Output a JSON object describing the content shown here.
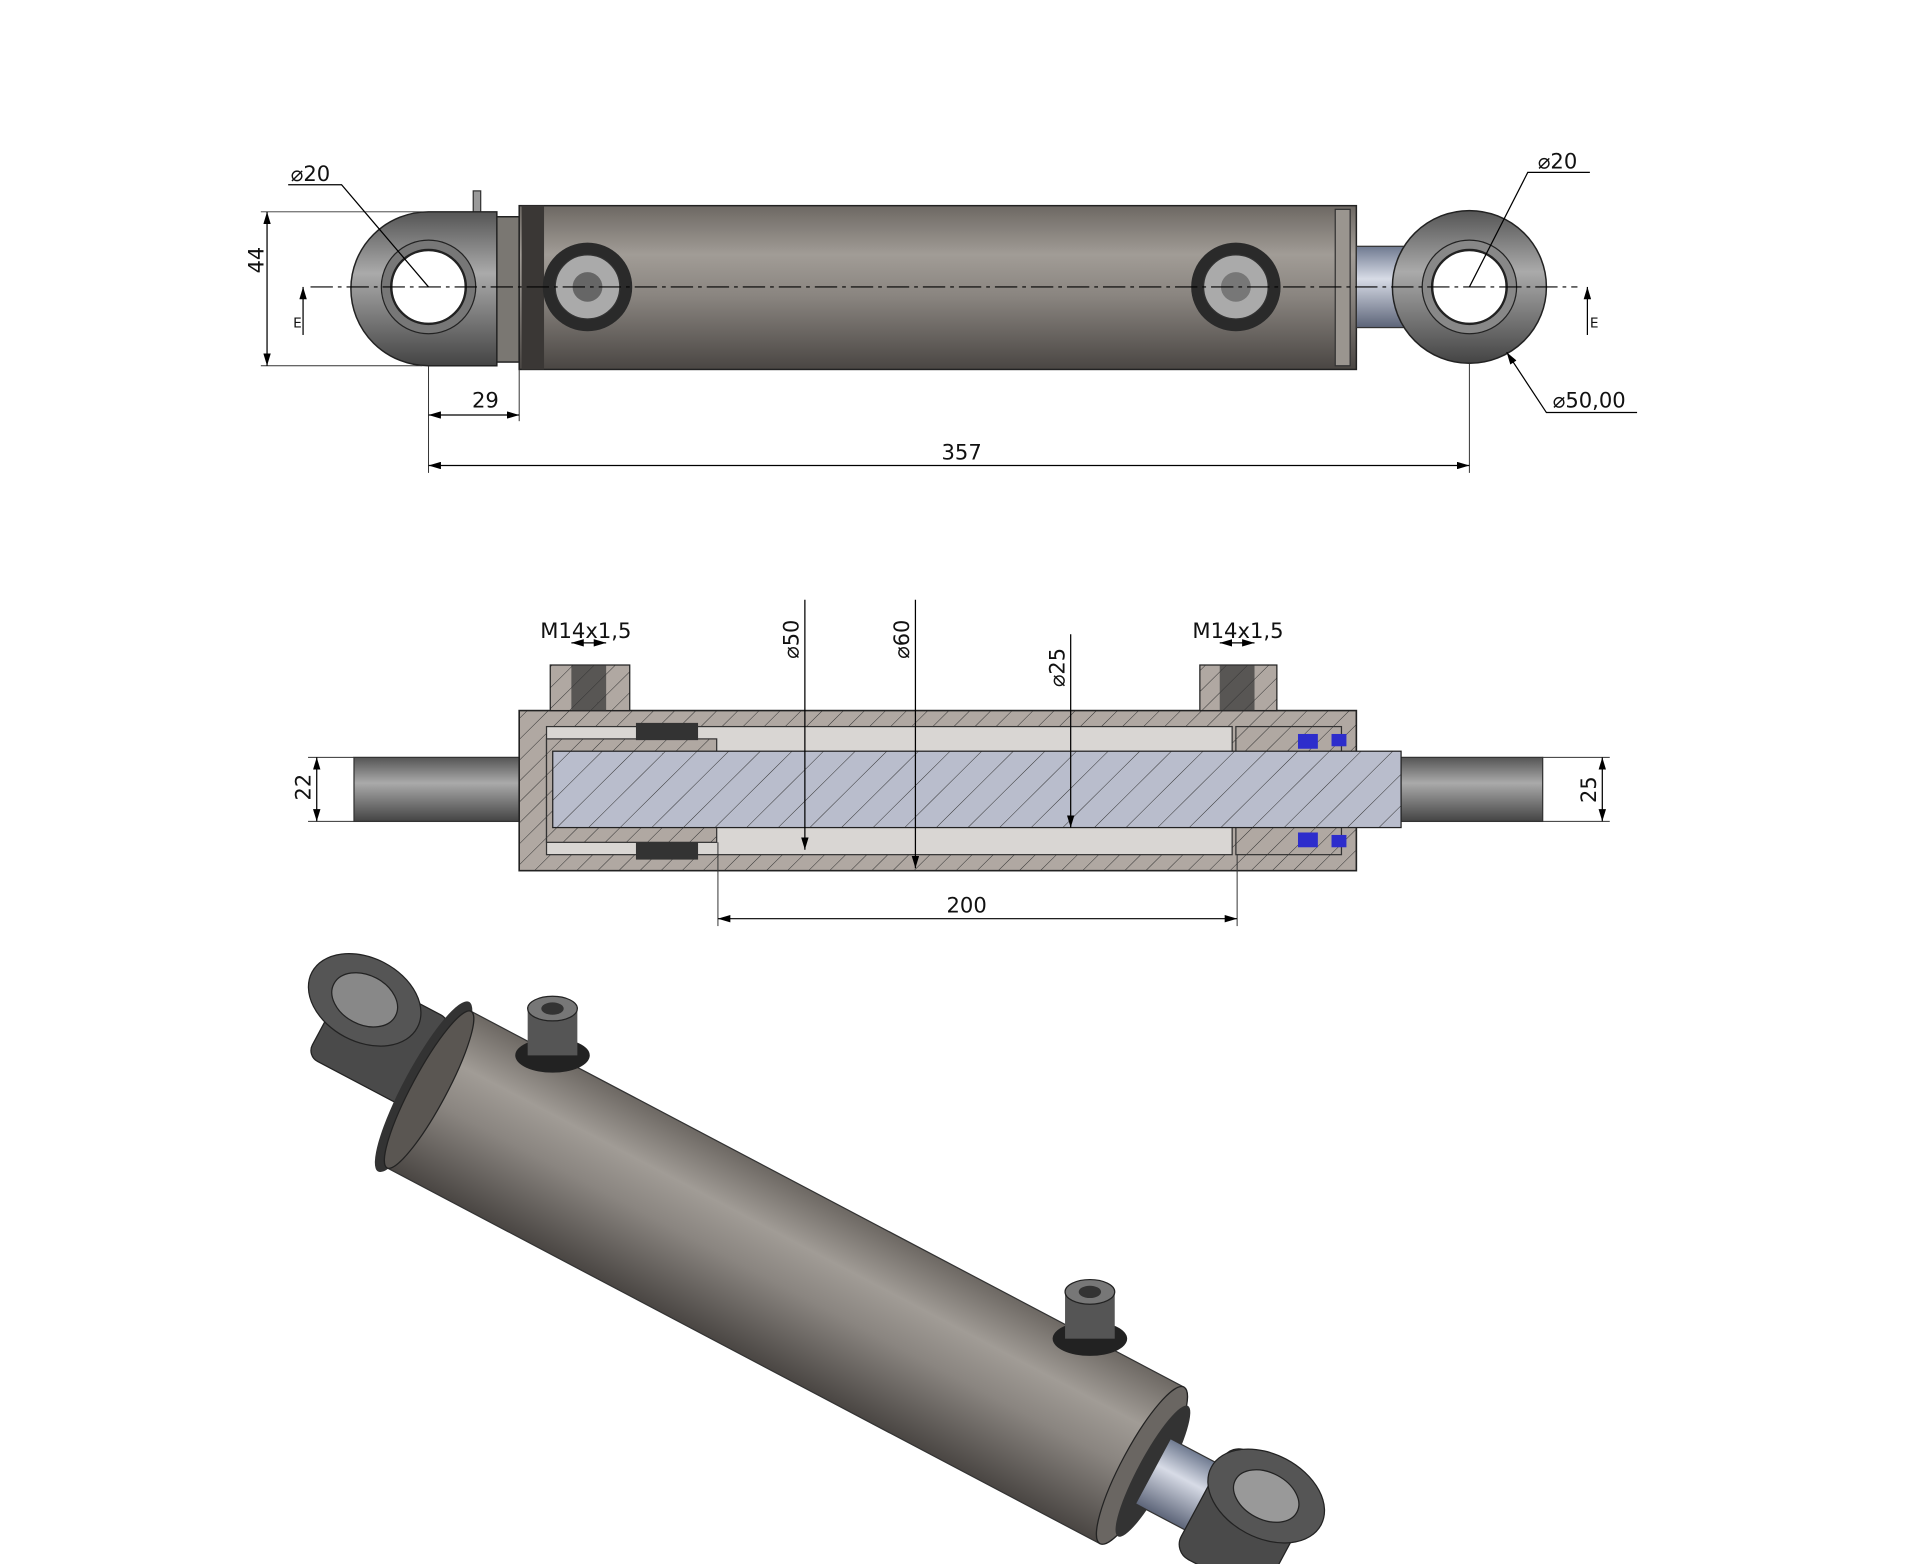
{
  "drawing": {
    "front_view": {
      "left_eye_bore": "⌀20",
      "height": "44",
      "section_mark_left": "E",
      "eye_to_tube": "29",
      "overall_length": "357",
      "right_eye_bore": "⌀20",
      "right_eye_outer": "⌀50,00",
      "section_mark_right": "E"
    },
    "section_view": {
      "port_thread_left": "M14x1,5",
      "port_thread_right": "M14x1,5",
      "bore_diameter": "⌀50",
      "tube_outer_diameter": "⌀60",
      "rod_diameter": "⌀25",
      "left_eye_width": "22",
      "right_eye_width": "25",
      "stroke": "200"
    }
  },
  "colors": {
    "steel": "#8a8580",
    "rod": "#b9bdcc",
    "seal": "#2d2dcc",
    "section": "#b0a8a2"
  }
}
